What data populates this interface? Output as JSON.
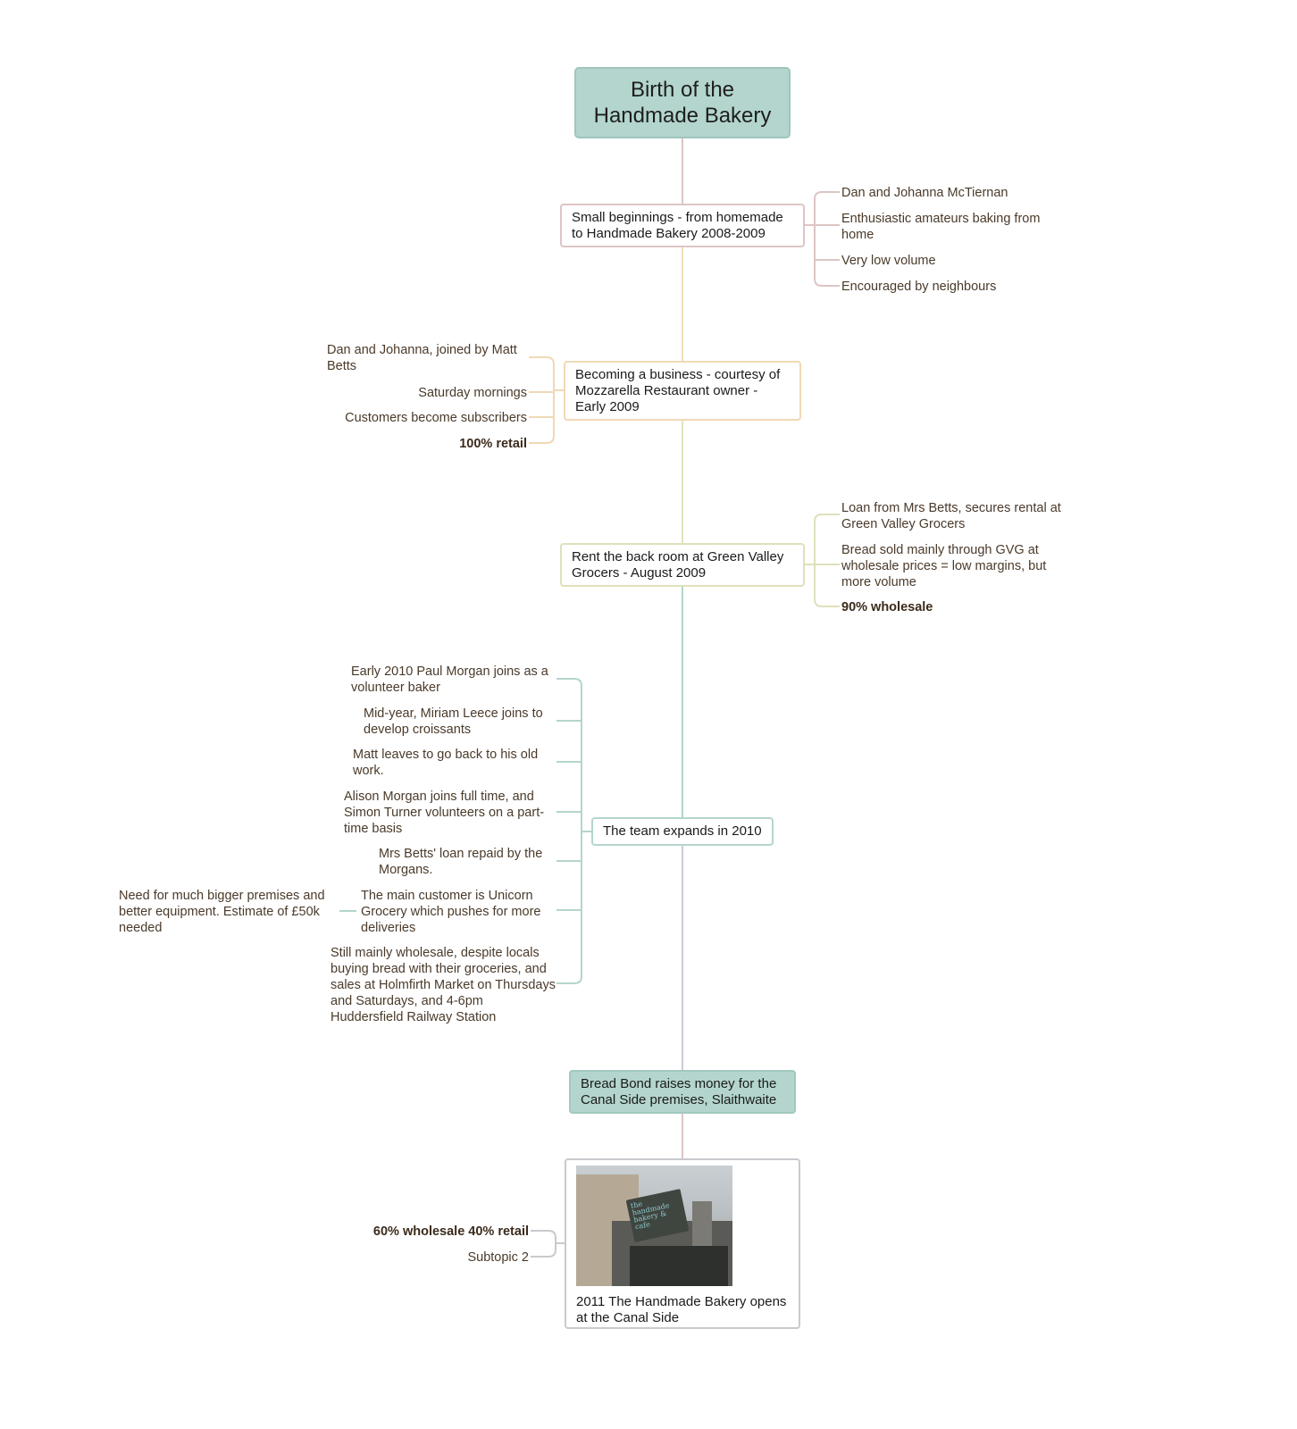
{
  "root": {
    "title": "Birth of the Handmade Bakery"
  },
  "topics": [
    {
      "label": "Small beginnings - from homemade to Handmade Bakery 2008-2009",
      "subtopics": [
        {
          "text": "Dan and Johanna McTiernan"
        },
        {
          "text": "Enthusiastic amateurs baking from home"
        },
        {
          "text": "Very low volume"
        },
        {
          "text": "Encouraged by neighbours"
        }
      ]
    },
    {
      "label": "Becoming a business - courtesy of Mozzarella Restaurant owner - Early 2009",
      "subtopics": [
        {
          "text": "Dan and Johanna, joined by Matt Betts"
        },
        {
          "text": "Saturday mornings"
        },
        {
          "text": "Customers become subscribers"
        },
        {
          "text": "100% retail"
        }
      ]
    },
    {
      "label": "Rent the back room at Green Valley Grocers - August 2009",
      "subtopics": [
        {
          "text": "Loan from Mrs Betts, secures rental at Green Valley Grocers"
        },
        {
          "text": "Bread sold mainly through GVG at wholesale prices = low margins, but more volume"
        },
        {
          "text": "90% wholesale"
        }
      ]
    },
    {
      "label": "The team expands in 2010",
      "subtopics": [
        {
          "text": "Early 2010 Paul Morgan joins as a volunteer baker"
        },
        {
          "text": "Mid-year, Miriam Leece joins to develop croissants"
        },
        {
          "text": "Matt leaves to go back to his old work."
        },
        {
          "text": "Alison Morgan joins full time, and Simon Turner volunteers on a part-time basis"
        },
        {
          "text": "Mrs Betts' loan repaid by the Morgans."
        },
        {
          "text": "The main customer is Unicorn Grocery which pushes for more deliveries",
          "child": "Need for much bigger premises and better equipment. Estimate of £50k needed"
        },
        {
          "text": "Still mainly wholesale, despite locals buying bread with their groceries, and sales at Holmfirth Market on Thursdays and Saturdays, and 4-6pm Huddersfield Railway Station"
        }
      ]
    },
    {
      "label": "Bread Bond raises money for the Canal Side premises, Slaithwaite"
    },
    {
      "label": "2011 The Handmade Bakery opens at the Canal Side",
      "image_text": "the handmade bakery & cafe",
      "subtopics": [
        {
          "text": "60% wholesale 40% retail"
        },
        {
          "text": "Subtopic 2"
        }
      ]
    }
  ],
  "colors": {
    "root_fill": "#b3d5cd",
    "branch_pink": "#ddc5c5",
    "branch_orange": "#f0d9b5",
    "branch_yellow": "#dfe0bb",
    "branch_teal": "#b3d5cd",
    "branch_grey": "#c9c9cf",
    "text": "#4a3a2a"
  }
}
